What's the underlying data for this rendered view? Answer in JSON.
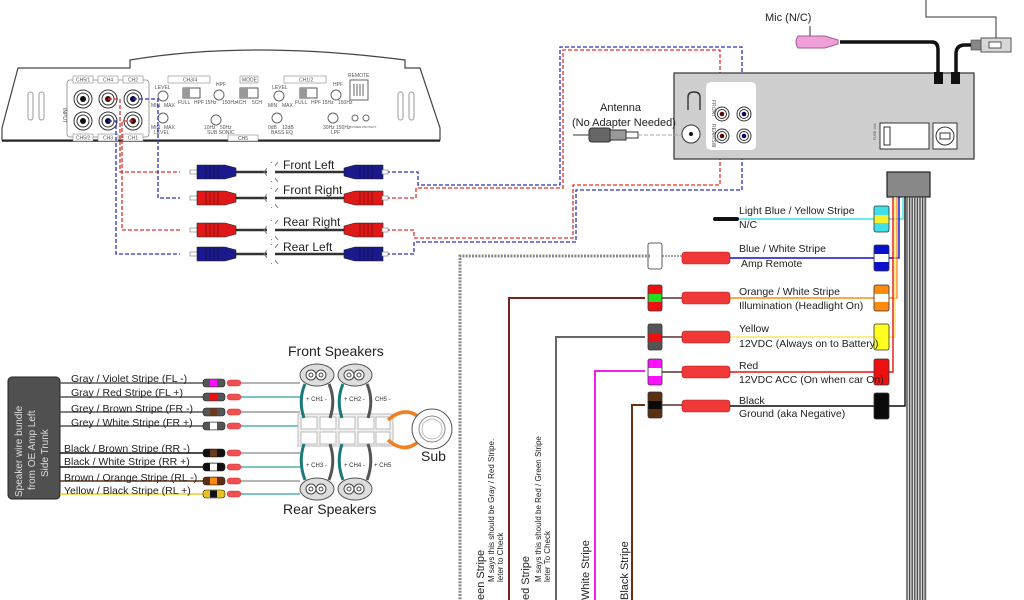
{
  "amplifier": {
    "input_label": "INPUT",
    "input_channels_top": [
      "CH5/1",
      "CH4",
      "CH2"
    ],
    "input_channels_bottom": [
      "CH5/2",
      "CH3",
      "CH1"
    ],
    "ch34_label": "CH3/4",
    "ch12_label": "CH1/2",
    "mode_label": "MODE",
    "mode_options": [
      "4CH",
      "5CH"
    ],
    "remote_label": "REMOTE",
    "ch5_label": "CH5",
    "level": "LEVEL",
    "min": "MIN",
    "max": "MAX",
    "hpf": "HPF",
    "full": "FULL",
    "hz15": "15Hz",
    "hz150": "150Hz",
    "subsonic": "SUB SONIC",
    "subsonic_range": [
      "10Hz",
      "50Hz"
    ],
    "bass_eq": "BASS EQ",
    "bass_eq_range": [
      "0dB",
      "12dB"
    ],
    "lpf": "LPF",
    "lpf_range": [
      "30Hz",
      "150Hz"
    ],
    "power_protect": "POWER PROTECT"
  },
  "rca_cables": [
    {
      "label": "Front Left",
      "color": "#1a1a8c"
    },
    {
      "label": "Front Right",
      "color": "#e01818"
    },
    {
      "label": "Rear Right",
      "color": "#e01818"
    },
    {
      "label": "Rear Left",
      "color": "#1a1a8c"
    }
  ],
  "head_unit": {
    "antenna_label": "Antenna",
    "antenna_note": "(No Adapter Needed)",
    "mic_label": "Mic (N/C)",
    "front_label": "FRONT",
    "rear_label": "REAR/SW",
    "fuse_label": "FUSE 10A"
  },
  "harness_wires": [
    {
      "name": "Light Blue / Yellow Stripe",
      "function": "N/C",
      "color": "#40e0e8",
      "stripe": "#f5f030"
    },
    {
      "name": "Blue / White Stripe",
      "function": "Amp Remote",
      "color": "#0a10d0",
      "stripe": "#ffffff"
    },
    {
      "name": "Orange / White Stripe",
      "function": "Illumination (Headlight On)",
      "color": "#ff8a10",
      "stripe": "#ffffff"
    },
    {
      "name": "Yellow",
      "function": "12VDC (Always on to Battery)",
      "color": "#ffff20",
      "stripe": "#ffff20"
    },
    {
      "name": "Red",
      "function": "12VDC ACC (On when car On)",
      "color": "#ee1010",
      "stripe": "#ee1010"
    },
    {
      "name": "Black",
      "function": "Ground (aka Negative)",
      "color": "#0a0a0a",
      "stripe": "#0a0a0a"
    }
  ],
  "vehicle_side_connectors": [
    {
      "color": "#ffffff",
      "stripe": "#ffffff"
    },
    {
      "color": "#ee1010",
      "stripe": "#20e020"
    },
    {
      "color": "#555555",
      "stripe": "#ee1010"
    },
    {
      "color": "#ff10ff",
      "stripe": "#ffffff"
    },
    {
      "color": "#5a3010",
      "stripe": "#0a0a0a"
    }
  ],
  "vertical_labels": [
    {
      "line1": "een Stripe",
      "line2": "M says this should be  Gray / Red Stripe.",
      "line3": "leter to Check"
    },
    {
      "line1": "ed Stripe",
      "line2": "M says this should be Red / Green Stripe",
      "line3": "leter To Check"
    },
    {
      "line1": "White Stripe",
      "line2": "",
      "line3": ""
    },
    {
      "line1": "Black Stripe",
      "line2": "",
      "line3": ""
    }
  ],
  "speaker_bundle": {
    "label_lines": [
      "Speaker wire bundle",
      "from OE Amp Left",
      "Side Trunk"
    ],
    "wires": [
      {
        "label": "Gray / Violet Stripe (FL -)",
        "base": "#555555",
        "stripe": "#ff10ff",
        "line": "#555555"
      },
      {
        "label": "Gray / Red Stripe (FL +)",
        "base": "#555555",
        "stripe": "#ee1010",
        "line": "#555555"
      },
      {
        "label": "Grey / Brown Stripe (FR -)",
        "base": "#555555",
        "stripe": "#6a3a1a",
        "line": "#555555"
      },
      {
        "label": "Grey / White Stripe (FR +)",
        "base": "#555555",
        "stripe": "#ffffff",
        "line": "#555555"
      },
      {
        "label": "Black / Brown Stripe (RR -)",
        "base": "#111111",
        "stripe": "#6a3a1a",
        "line": "#111111"
      },
      {
        "label": "Black / White Stripe (RR +)",
        "base": "#111111",
        "stripe": "#ffffff",
        "line": "#111111"
      },
      {
        "label": "Brown / Orange Stripe (RL -)",
        "base": "#5a3010",
        "stripe": "#ff8a10",
        "line": "#5a3010"
      },
      {
        "label": "Yellow / Black Stripe (RL +)",
        "base": "#e8c020",
        "stripe": "#111111",
        "line": "#e8d020"
      }
    ]
  },
  "speakers": {
    "front_title": "Front Speakers",
    "rear_title": "Rear Speakers",
    "sub_label": "Sub",
    "front_channels": [
      "+ CH1 -",
      "+ CH2 -",
      "CH5 -"
    ],
    "rear_channels": [
      "+ CH3 -",
      "+ CH4 -",
      "+ CH5"
    ]
  }
}
